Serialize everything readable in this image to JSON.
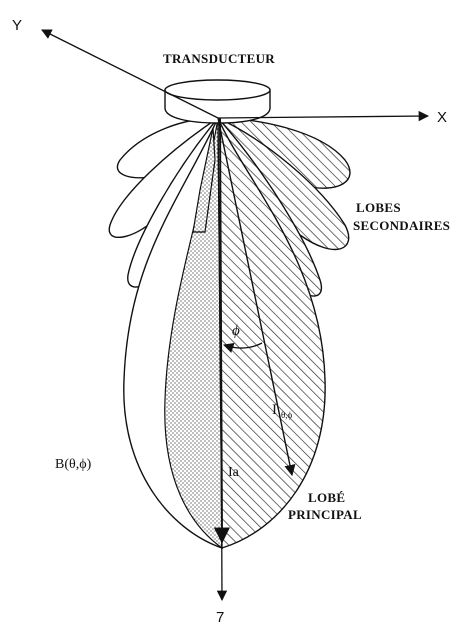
{
  "labels": {
    "axis_y": "Y",
    "axis_x": "X",
    "axis_z": "7",
    "transducer": "TRANSDUCTEUR",
    "side_lobes_line1": "LOBES",
    "side_lobes_line2": "SECONDAIRES",
    "main_lobe_line1": "LOBÉ",
    "main_lobe_line2": "PRINCIPAL",
    "beam_function": "B(θ,ϕ)",
    "angle_phi": "ϕ",
    "intensity_theta_phi": "I",
    "intensity_sub": "θ,ϕ",
    "intensity_axis": "Ia"
  }
}
